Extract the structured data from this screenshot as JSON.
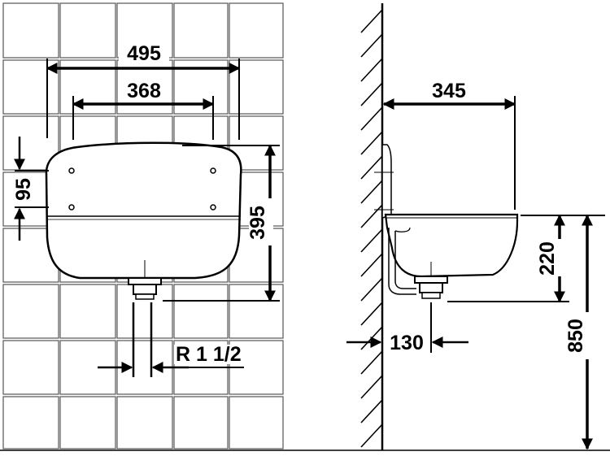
{
  "dimensions": {
    "width_outer": "495",
    "width_inner": "368",
    "hole_spacing": "95",
    "height_front": "395",
    "thread": "R 1 1/2",
    "depth": "345",
    "bowl_height": "220",
    "wall_clearance": "130",
    "mount_height": "850"
  },
  "colors": {
    "line": "#000000",
    "tile_edge": "#555555",
    "background": "#ffffff"
  }
}
